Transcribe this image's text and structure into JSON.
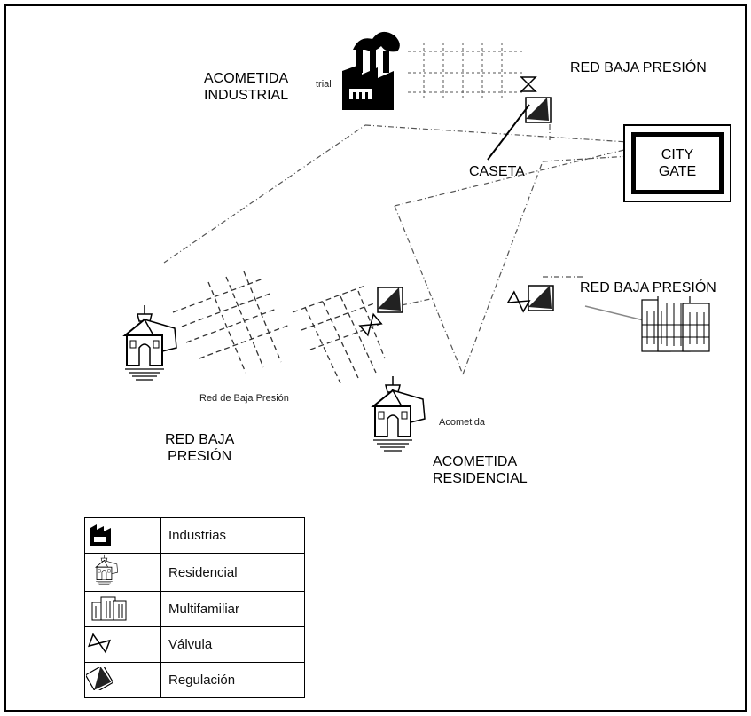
{
  "labels": {
    "acometida_industrial": "ACOMETIDA\nINDUSTRIAL",
    "industrial_small": "trial",
    "red_baja_presion_top": "RED BAJA PRESIÓN",
    "caseta": "CASETA",
    "city_gate": "CITY\nGATE",
    "red_baja_presion_right": "RED BAJA PRESIÓN",
    "red_de_baja_presion_small": "Red de Baja Presión",
    "acometida_small": "Acometida",
    "red_baja_presion_left": "RED BAJA\nPRESIÓN",
    "acometida_residencial": "ACOMETIDA\nRESIDENCIAL"
  },
  "legend": [
    {
      "icon": "factory-icon",
      "label": "Industrias"
    },
    {
      "icon": "house-icon",
      "label": "Residencial"
    },
    {
      "icon": "apartment-icon",
      "label": "Multifamiliar"
    },
    {
      "icon": "valve-icon",
      "label": "Válvula"
    },
    {
      "icon": "regulator-icon",
      "label": "Regulación"
    }
  ]
}
